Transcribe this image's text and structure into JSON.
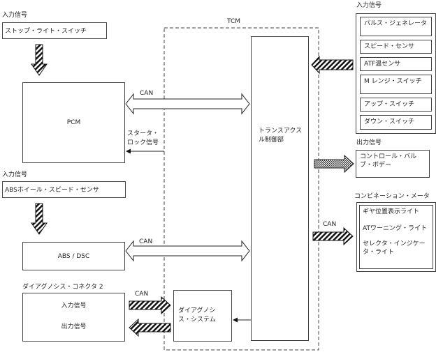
{
  "tcm": {
    "label": "TCM",
    "transaxle_control": "トランスアクスル制御部",
    "diagnosis_system": "ダイアグノシス・システム"
  },
  "left": {
    "input1_heading": "入力信号",
    "input1_item": "ストップ・ライト・スイッチ",
    "pcm": "PCM",
    "pcm_can": "CAN",
    "starter_lock": "スタータ・ロック信号",
    "input2_heading": "入力信号",
    "input2_item": "ABSホイール・スピード・センサ",
    "abs_dsc": "ABS / DSC",
    "abs_can": "CAN",
    "diag_connector": "ダイアグノシス・コネクタ 2",
    "diag_input": "入力信号",
    "diag_output": "出力信号",
    "diag_can": "CAN"
  },
  "right": {
    "input_heading": "入力信号",
    "inputs": [
      "パルス・ジェネレータ",
      "スピード・センサ",
      "ATF温センサ",
      "M レンジ・スイッチ",
      "アップ・スイッチ",
      "ダウン・スイッチ"
    ],
    "output_heading": "出力信号",
    "output_item": "コントロール・バルブ・ボデー",
    "meter_heading": "コンビネーション・メータ",
    "meter_can": "CAN",
    "meter_items": [
      "ギヤ位置表示ライト",
      "ATワーニング・ライト",
      "セレクタ・インジケータ・ライト"
    ]
  }
}
